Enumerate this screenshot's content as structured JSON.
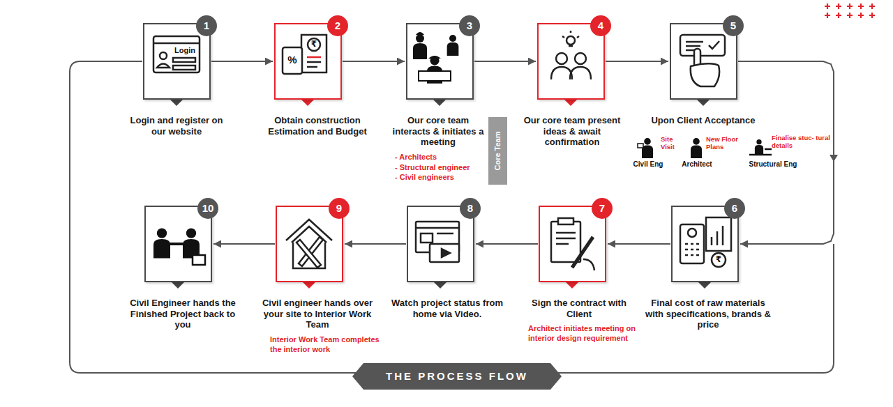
{
  "diagram": {
    "nodes": [
      {
        "text": [
          "1",
          "Login and register on our website"
        ]
      },
      {
        "text": [
          "2",
          "Obtain construction Estimation and Budget"
        ]
      },
      {
        "text": [
          "3",
          "Our core team interacts & initiates a meeting",
          "- Architects",
          "- Structural engineer",
          "- Civil engineers"
        ]
      },
      {
        "text": [
          "4",
          "Our core team present ideas & await confirmation"
        ]
      },
      {
        "text": [
          "5",
          "Upon Client Acceptance"
        ]
      },
      {
        "text": [
          "6",
          "Final cost of raw materials with specifications, brands & price"
        ]
      },
      {
        "text": [
          "7",
          "Sign the contract with Client",
          "Architect initiates meeting on interior design requirement"
        ]
      },
      {
        "text": [
          "8",
          "Watch project status from home via Video."
        ]
      },
      {
        "text": [
          "9",
          "Civil engineer hands over your site to Interior Work Team",
          "Interior Work Team completes the interior work"
        ]
      },
      {
        "text": [
          "10",
          "Civil Engineer hands the Finished Project back to you"
        ]
      },
      {
        "text": [
          "Core Team"
        ]
      },
      {
        "text": [
          "THE PROCESS FLOW"
        ]
      }
    ],
    "edges": [
      {
        "from": 0,
        "to": 1,
        "arrow": "to"
      },
      {
        "from": 1,
        "to": 2,
        "arrow": "to"
      },
      {
        "from": 2,
        "to": 3,
        "arrow": "to"
      },
      {
        "from": 3,
        "to": 4,
        "arrow": "to"
      },
      {
        "from": 4,
        "to": 5,
        "arrow": "to"
      },
      {
        "from": 5,
        "to": 6,
        "arrow": "to"
      },
      {
        "from": 6,
        "to": 7,
        "arrow": "to"
      },
      {
        "from": 7,
        "to": 8,
        "arrow": "to"
      },
      {
        "from": 8,
        "to": 9,
        "arrow": "to"
      }
    ],
    "labels": [
      "Login",
      "₹",
      "%",
      "Site Visit",
      "Civil Eng",
      "New Floor Plans",
      "Architect",
      "Finalise stuc- tural details",
      "Structural Eng",
      "₹"
    ]
  }
}
